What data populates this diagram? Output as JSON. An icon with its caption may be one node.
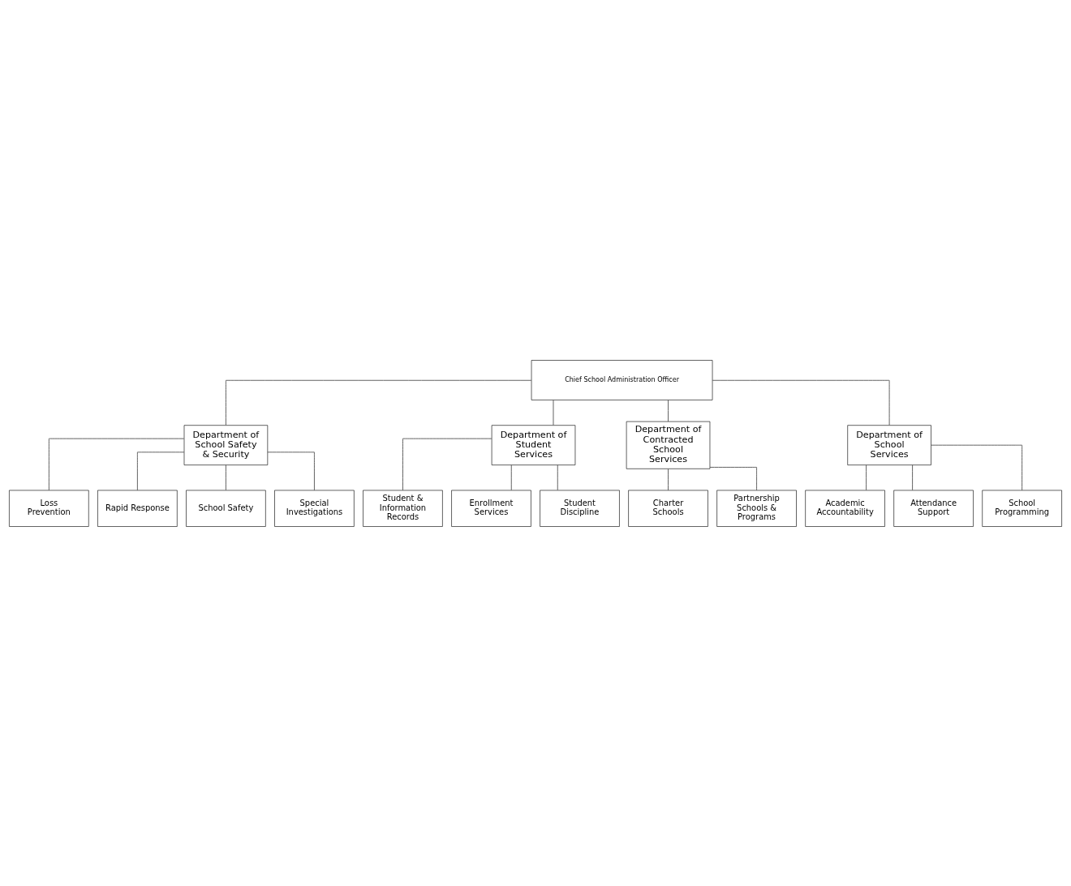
{
  "diagram": {
    "nodes": [
      {
        "text": [
          "Chief School Administration Officer"
        ]
      },
      {
        "text": [
          "Department of School Safety & Security"
        ]
      },
      {
        "text": [
          "Loss Prevention"
        ]
      },
      {
        "text": [
          "Rapid Response"
        ]
      },
      {
        "text": [
          "School Safety"
        ]
      },
      {
        "text": [
          "Special Investigations"
        ]
      },
      {
        "text": [
          "Department of Student Services"
        ]
      },
      {
        "text": [
          "Student & Information Records"
        ]
      },
      {
        "text": [
          "Enrollment Services"
        ]
      },
      {
        "text": [
          "Student Discipline"
        ]
      },
      {
        "text": [
          "Department of Contracted School Services"
        ]
      },
      {
        "text": [
          "Charter Schools"
        ]
      },
      {
        "text": [
          "Partnership Schools & Programs"
        ]
      },
      {
        "text": [
          "Department of School Services"
        ]
      },
      {
        "text": [
          "Academic Accountability"
        ]
      },
      {
        "text": [
          "Attendance Support"
        ]
      },
      {
        "text": [
          "School Programming"
        ]
      }
    ],
    "edges": [
      {
        "from": 0,
        "to": 1,
        "arrow": "none"
      },
      {
        "from": 0,
        "to": 6,
        "arrow": "none"
      },
      {
        "from": 0,
        "to": 10,
        "arrow": "none"
      },
      {
        "from": 0,
        "to": 13,
        "arrow": "none"
      },
      {
        "from": 1,
        "to": 2,
        "arrow": "none"
      },
      {
        "from": 1,
        "to": 3,
        "arrow": "none"
      },
      {
        "from": 1,
        "to": 4,
        "arrow": "none"
      },
      {
        "from": 1,
        "to": 5,
        "arrow": "none"
      },
      {
        "from": 6,
        "to": 7,
        "arrow": "none"
      },
      {
        "from": 6,
        "to": 8,
        "arrow": "none"
      },
      {
        "from": 6,
        "to": 9,
        "arrow": "none"
      },
      {
        "from": 10,
        "to": 11,
        "arrow": "none"
      },
      {
        "from": 10,
        "to": 12,
        "arrow": "none"
      },
      {
        "from": 13,
        "to": 14,
        "arrow": "none"
      },
      {
        "from": 13,
        "to": 15,
        "arrow": "none"
      },
      {
        "from": 13,
        "to": 16,
        "arrow": "none"
      }
    ]
  }
}
